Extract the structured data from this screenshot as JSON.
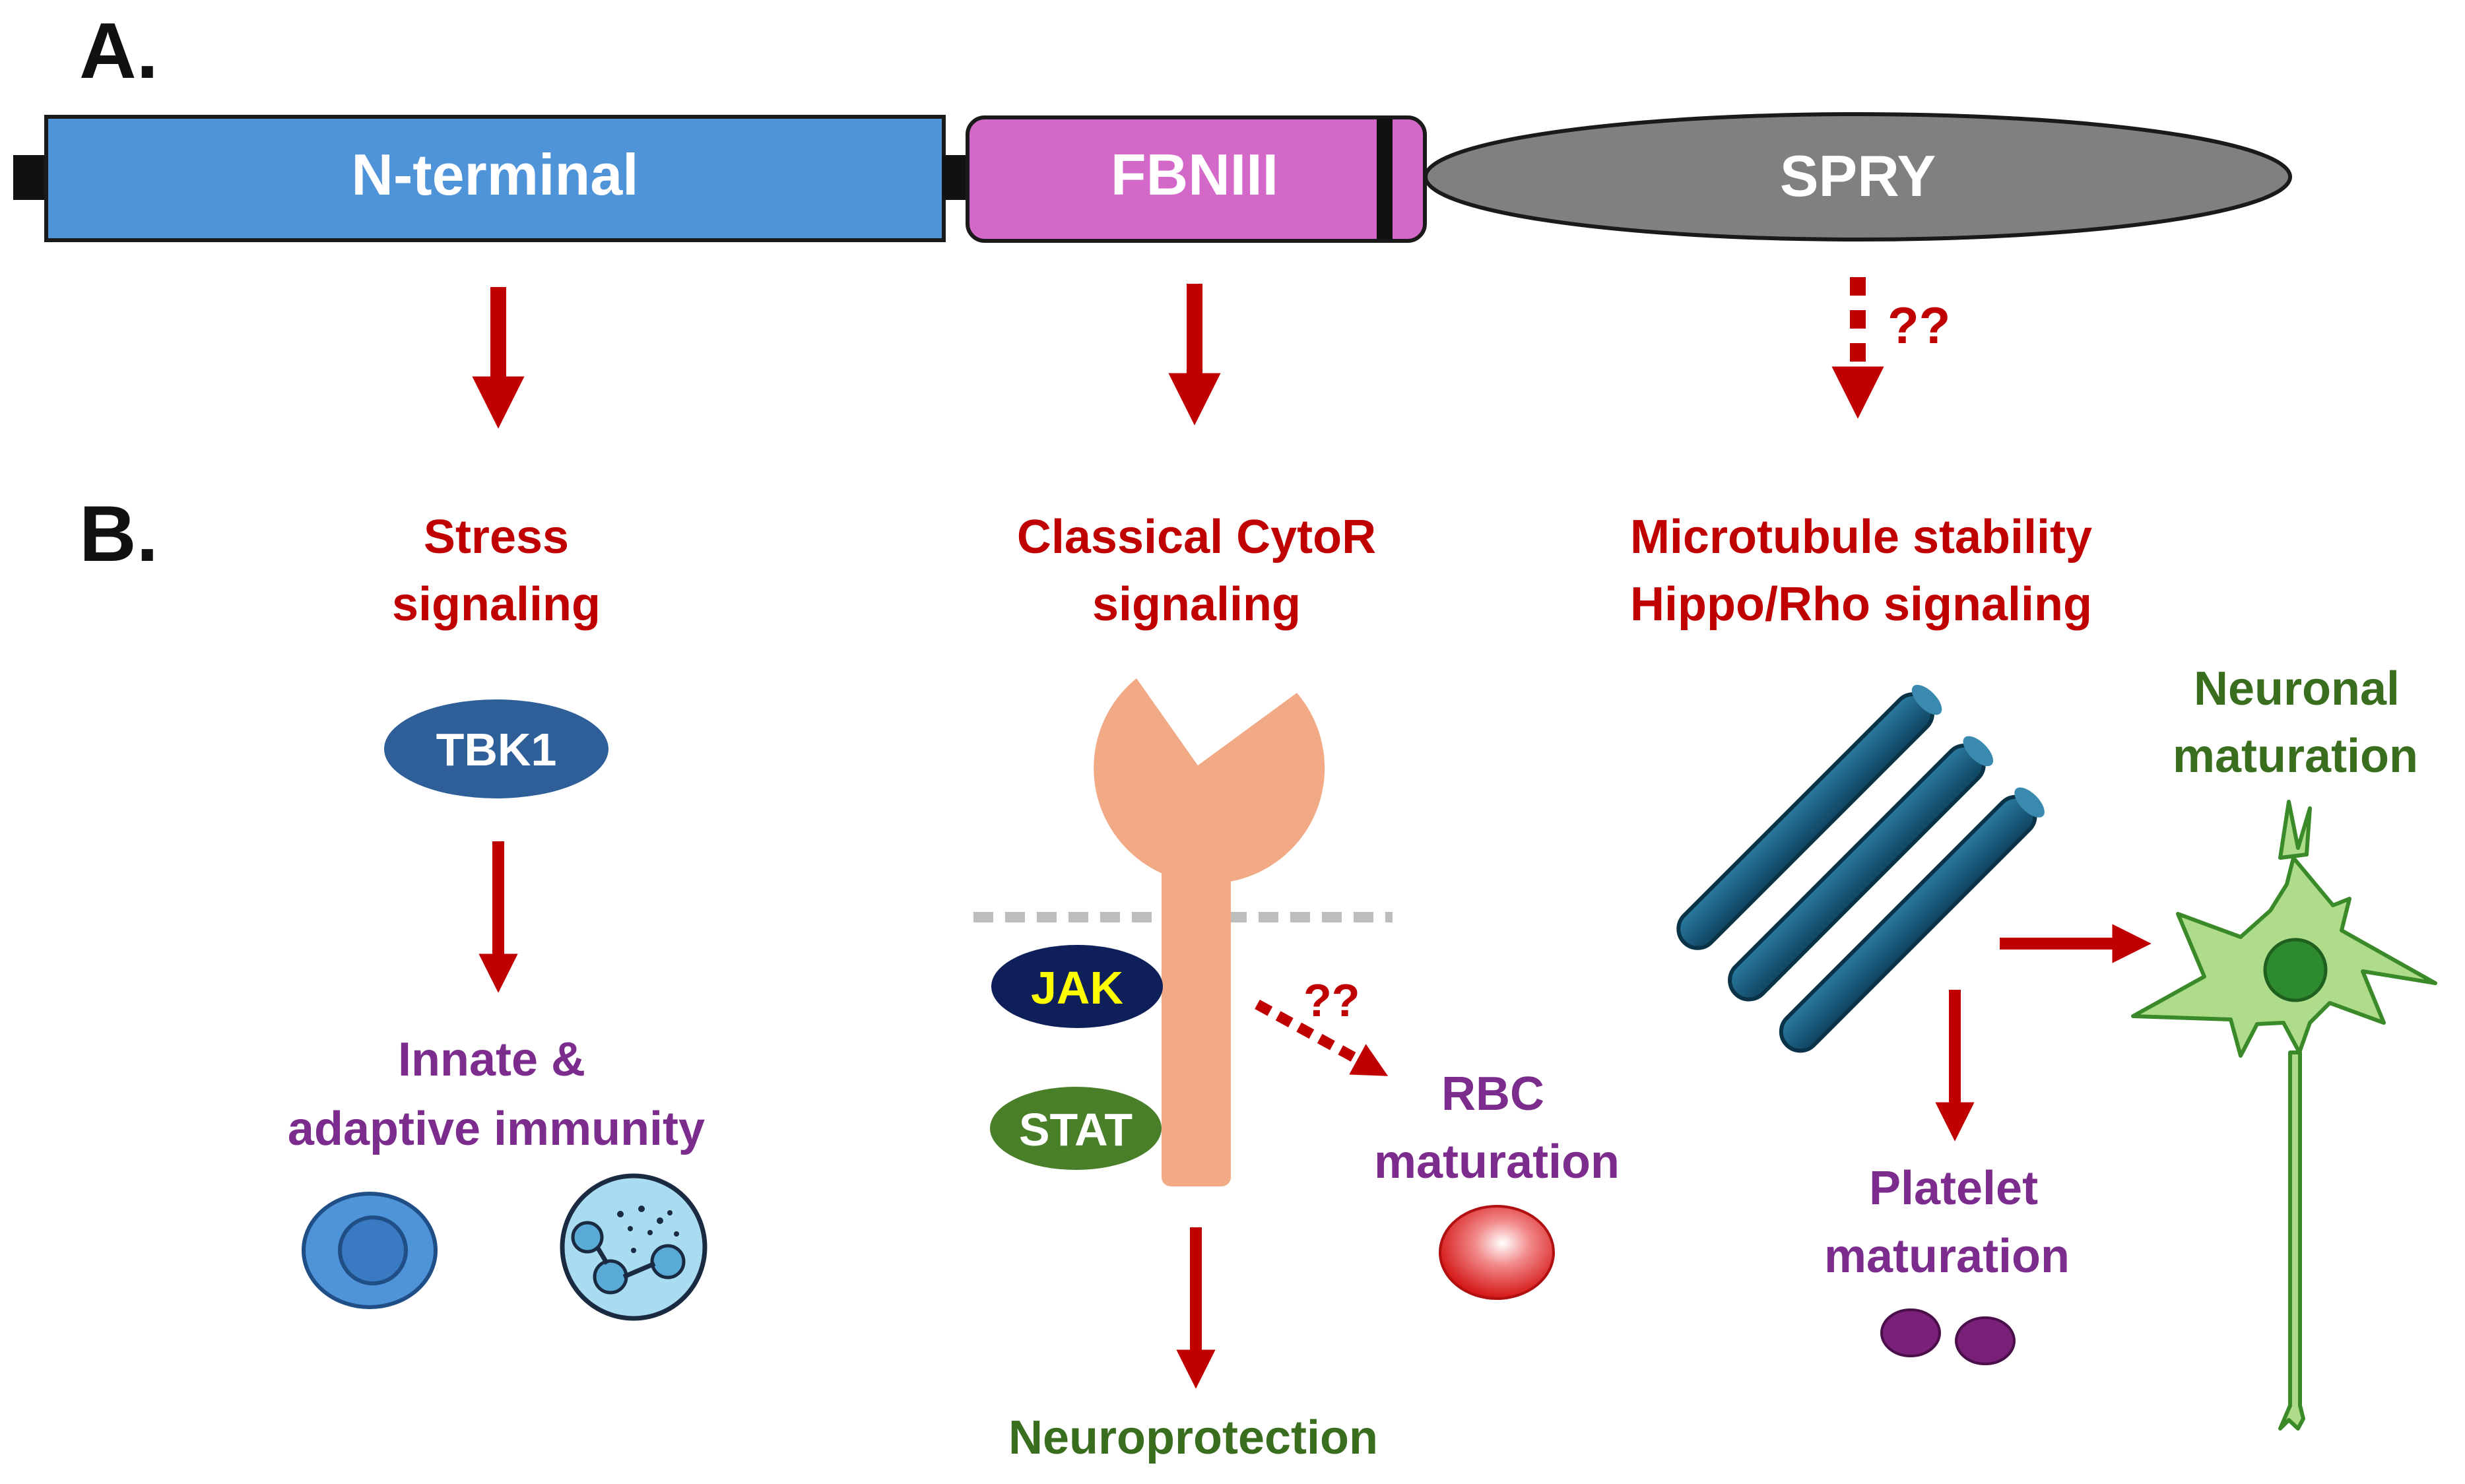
{
  "panels": {
    "a": "A.",
    "b": "B."
  },
  "domains": {
    "nterm": "N-terminal",
    "fbn": "FBNIII",
    "spry": "SPRY"
  },
  "paths": {
    "stress": {
      "line1": "Stress",
      "line2": "signaling"
    },
    "cytor": {
      "line1": "Classical CytoR",
      "line2": "signaling"
    },
    "micro": {
      "line1": "Microtubule stability",
      "line2": "Hippo/Rho signaling"
    },
    "unknown": "??"
  },
  "molecules": {
    "tbk1": "TBK1",
    "jak": "JAK",
    "stat": "STAT"
  },
  "outcomes": {
    "immunity": {
      "line1": "Innate &",
      "line2": "adaptive immunity"
    },
    "neuroprotection": "Neuroprotection",
    "rbc": {
      "line1": "RBC",
      "line2": "maturation"
    },
    "platelet": {
      "line1": "Platelet",
      "line2": "maturation"
    },
    "neuronal": {
      "line1": "Neuronal",
      "line2": "maturation"
    }
  },
  "colors": {
    "arrow_red": "#c00000",
    "path_red": "#c00000",
    "outcome_purple": "#7b2c8c",
    "outcome_green": "#3a6e1f",
    "nterm_blue": "#4f94d9",
    "fbn_pink": "#d468c9",
    "spry_gray": "#808080",
    "tbk1_blue": "#2e5f99",
    "jak_navy": "#0f1f5a",
    "jak_text": "#ffff00",
    "stat_green": "#4a7f2a",
    "receptor": "#f2aa86",
    "microtubule": "#1b5a78",
    "neuron_fill": "#aedc8a",
    "neuron_line": "#3a8a2a"
  }
}
